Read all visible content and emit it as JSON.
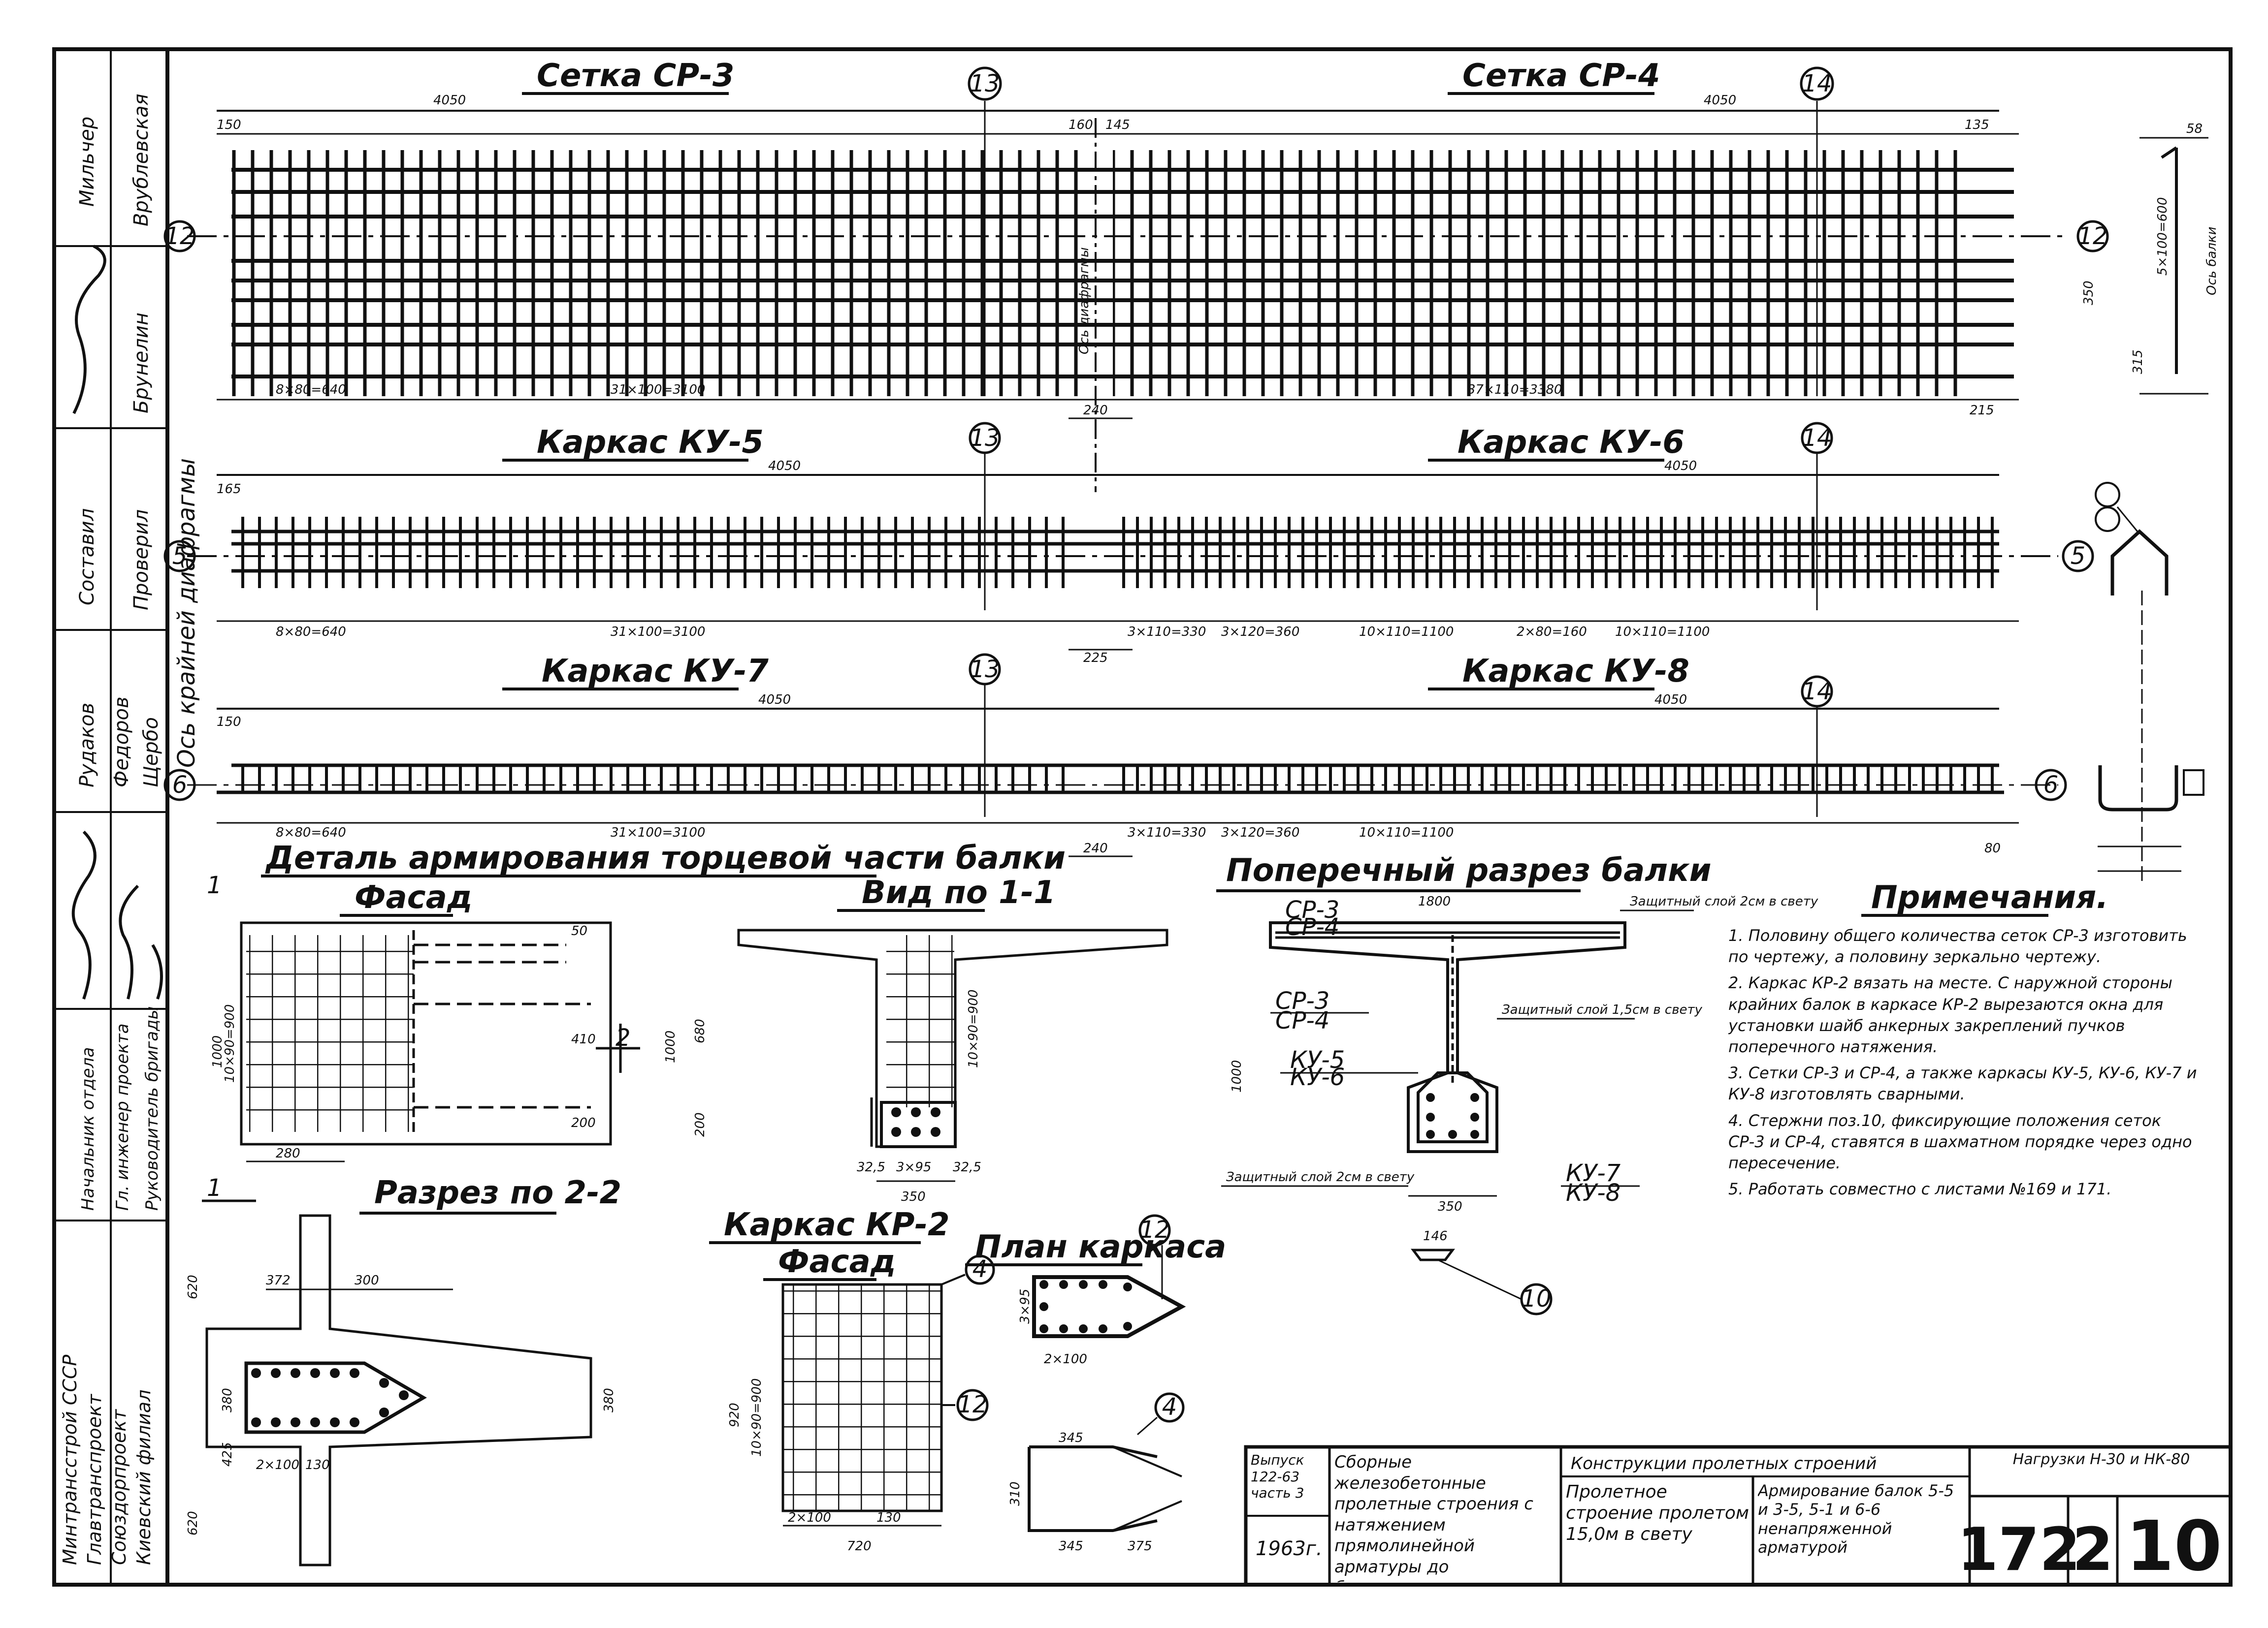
{
  "grids": {
    "mesh_top": {
      "left_title": "Сетка СР-3",
      "right_title": "Сетка СР-4",
      "marker_mid": "13",
      "marker_right": "14",
      "row_marker": "12",
      "dim_left_total": "4050",
      "dim_right_total": "4050",
      "dim_150": "150",
      "dim_160": "160",
      "dim_145": "145",
      "dim_135": "135",
      "dim_315": "315",
      "dim_s1": "8×80=640",
      "dim_s2": "31×100=3100",
      "dim_s3": "37×110=3380",
      "dim_240": "240",
      "dim_215": "215",
      "dim_350": "350",
      "diaphragm": "Ось диафрагмы",
      "beam_axis": "Ось балки",
      "dim_6x100": "5×100=600",
      "dim_58": "58"
    },
    "frame_ku56": {
      "left_title": "Каркас КУ-5",
      "right_title": "Каркас КУ-6",
      "marker_mid": "13",
      "marker_right": "14",
      "row_marker": "5",
      "dim_total_left": "4050",
      "dim_total_right": "4050",
      "dim_165": "165",
      "dim_s1": "8×80=640",
      "dim_s2": "31×100=3100",
      "dim_s3": "3×110=330",
      "dim_s4": "3×120=360",
      "dim_s5": "10×110=1100",
      "dim_s6": "2×80=160",
      "dim_s7": "10×110=1100",
      "dim_225": "225",
      "outer_axis": "Ось крайней диафрагмы"
    },
    "frame_ku78": {
      "left_title": "Каркас КУ-7",
      "right_title": "Каркас КУ-8",
      "marker_mid": "13",
      "marker_right": "14",
      "row_marker": "6",
      "dim_total_left": "4050",
      "dim_total_right": "4050",
      "dim_150": "150",
      "dim_s1": "8×80=640",
      "dim_s2": "31×100=3100",
      "dim_s3": "3×110=330",
      "dim_s4": "3×120=360",
      "dim_s5": "10×110=1100",
      "dim_240": "240",
      "dim_80": "80"
    }
  },
  "detail": {
    "title": "Деталь армирования торцевой части балки",
    "facade": "Фасад",
    "view11": "Вид по 1-1",
    "section22": "Разрез по 2-2",
    "cut1": "1",
    "cut2": "2",
    "dim_1000": "1000",
    "dim_10x90": "10×90=900",
    "dim_280": "280",
    "dim_410": "410",
    "dim_200": "200",
    "dim_50": "50",
    "dim_680": "680",
    "dim_350": "350",
    "dim_325": "32,5",
    "dim_3x95": "3×95",
    "dim_372": "372",
    "dim_300": "300",
    "dim_380": "380",
    "dim_620": "620",
    "dim_425": "425",
    "dim_2x100": "2×100",
    "dim_130": "130"
  },
  "cross_section": {
    "title": "Поперечный разрез балки",
    "dim_1800": "1800",
    "label_cp": "СР-3",
    "label_cp4": "СР-4",
    "label_ku5": "КУ-5",
    "label_ku6": "КУ-6",
    "label_ku7": "КУ-7",
    "label_ku8": "КУ-8",
    "cover_top": "Защитный слой 2см в свету",
    "cover_mid": "Защитный слой 1,5см в свету",
    "cover_bot": "Защитный слой 2см в свету",
    "dim_1000": "1000",
    "dim_350": "350",
    "dim_146": "146",
    "marker_10": "10"
  },
  "frame_kp2": {
    "title": "Каркас КР-2",
    "facade": "Фасад",
    "plan": "План каркаса",
    "marker_12": "12",
    "marker_4a": "4",
    "marker_4b": "4",
    "marker_12b": "12",
    "dim_920": "920",
    "dim_10x90": "10×90=900",
    "dim_720": "720",
    "dim_345": "345",
    "dim_375": "375",
    "dim_310": "310",
    "dim_3x95": "3×95",
    "dim_2x100": "2×100",
    "dim_130": "130"
  },
  "notes": {
    "title": "Примечания.",
    "items": [
      "1. Половину общего количества сеток СР-3 изготовить по чертежу, а половину зеркально чертежу.",
      "2. Каркас КР-2 вязать на месте. С наружной стороны крайних балок в каркасе КР-2 вырезаются окна для установки шайб анкерных закреплений пучков поперечного натяжения.",
      "3. Сетки СР-3 и СР-4, а также каркасы КУ-5, КУ-6, КУ-7 и КУ-8 изготовлять сварными.",
      "4. Стержни поз.10, фиксирующие положения сеток СР-3 и СР-4, ставятся в шахматном порядке через одно пересечение.",
      "5. Работать совместно с листами №169 и 171."
    ]
  },
  "side_stamp": {
    "org1": "Минтрансстрой СССР",
    "org2": "Главтранспроект",
    "org3": "Союздорпроект",
    "org4": "Киевский филиал",
    "r1a": "Начальник отдела",
    "r1b": "Гл. инженер проекта",
    "r1c": "Руководитель бригады",
    "names1": "Рудаков",
    "names2": "Федоров",
    "names3": "Щербо",
    "role_comp": "Составил",
    "role_check": "Проверил",
    "name_a": "Мильчер",
    "name_b": "Врублевская",
    "name_c": "Брунелин"
  },
  "title_block": {
    "issue": "Выпуск 122-63 часть 3",
    "year": "1963г.",
    "desc": "Сборные железобетонные пролетные строения с натяжением прямолинейной арматуры до бетонирования",
    "topic": "Конструкции пролетных строений",
    "span": "Пролетное строение пролетом 15,0м в свету",
    "sheet_desc": "Армирование балок 5-5 и 3-5, 5-1 и 6-6 ненапряженной арматурой",
    "load": "Нагрузки Н-30 и НК-80",
    "sheet_no": "172",
    "part": "2",
    "count": "10"
  }
}
